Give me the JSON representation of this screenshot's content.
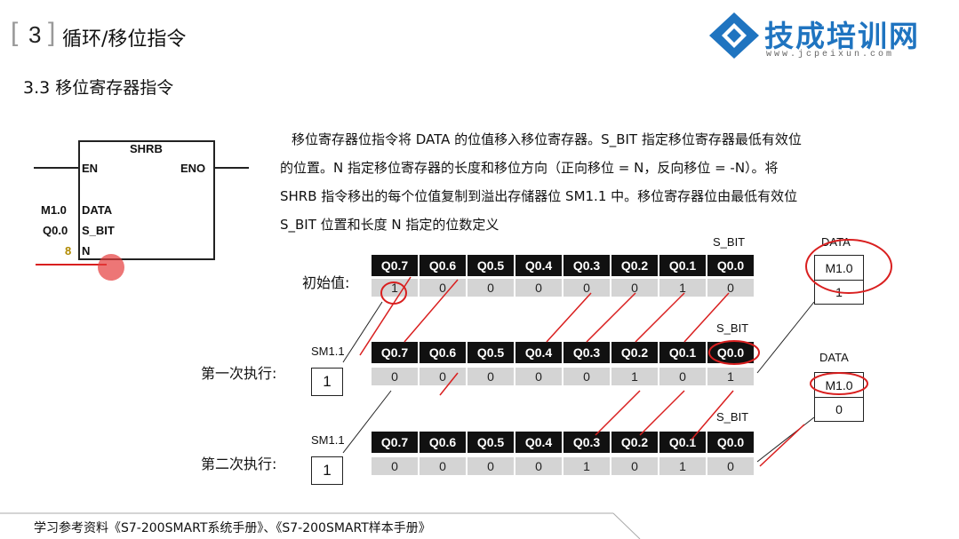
{
  "header": {
    "section_number": "3",
    "title": "循环/移位指令",
    "subtitle": "3.3 移位寄存器指令"
  },
  "logo": {
    "text": "技成培训网",
    "url": "www.jcpeixun.com"
  },
  "ladder_block": {
    "name": "SHRB",
    "en": "EN",
    "eno": "ENO",
    "data_pin": "DATA",
    "sbit_pin": "S_BIT",
    "n_pin": "N",
    "data_operand": "M1.0",
    "sbit_operand": "Q0.0",
    "n_operand": "8"
  },
  "description": [
    "移位寄存器位指令将 DATA 的位值移入移位寄存器。S_BIT 指定移位寄存器最低有效位",
    "的位置。N 指定移位寄存器的长度和移位方向（正向移位 = N，反向移位 = -N）。将",
    "SHRB 指令移出的每个位值复制到溢出存储器位 SM1.1 中。移位寄存器位由最低有效位",
    "S_BIT 位置和长度 N 指定的位数定义"
  ],
  "bits": [
    "Q0.7",
    "Q0.6",
    "Q0.5",
    "Q0.4",
    "Q0.3",
    "Q0.2",
    "Q0.1",
    "Q0.0"
  ],
  "rows": [
    {
      "label": "初始值:",
      "values": [
        "1",
        "0",
        "0",
        "0",
        "0",
        "0",
        "1",
        "0"
      ],
      "sbit": "S_BIT"
    },
    {
      "label": "第一次执行:",
      "values": [
        "0",
        "0",
        "0",
        "0",
        "0",
        "1",
        "0",
        "1"
      ],
      "sbit": "S_BIT",
      "overflow_label": "SM1.1",
      "overflow_value": "1"
    },
    {
      "label": "第二次执行:",
      "values": [
        "0",
        "0",
        "0",
        "0",
        "1",
        "0",
        "1",
        "0"
      ],
      "sbit": "S_BIT",
      "overflow_label": "SM1.1",
      "overflow_value": "1"
    }
  ],
  "data_boxes": [
    {
      "title": "DATA",
      "name": "M1.0",
      "value": "1"
    },
    {
      "title": "DATA",
      "name": "M1.0",
      "value": "0"
    }
  ],
  "footer": "学习参考资料《S7-200SMART系统手册》、《S7-200SMART样本手册》",
  "colors": {
    "accent_red": "#d91f1f",
    "logo_blue": "#1f74c0",
    "cell_dark": "#111111",
    "cell_light": "#d4d4d4"
  }
}
